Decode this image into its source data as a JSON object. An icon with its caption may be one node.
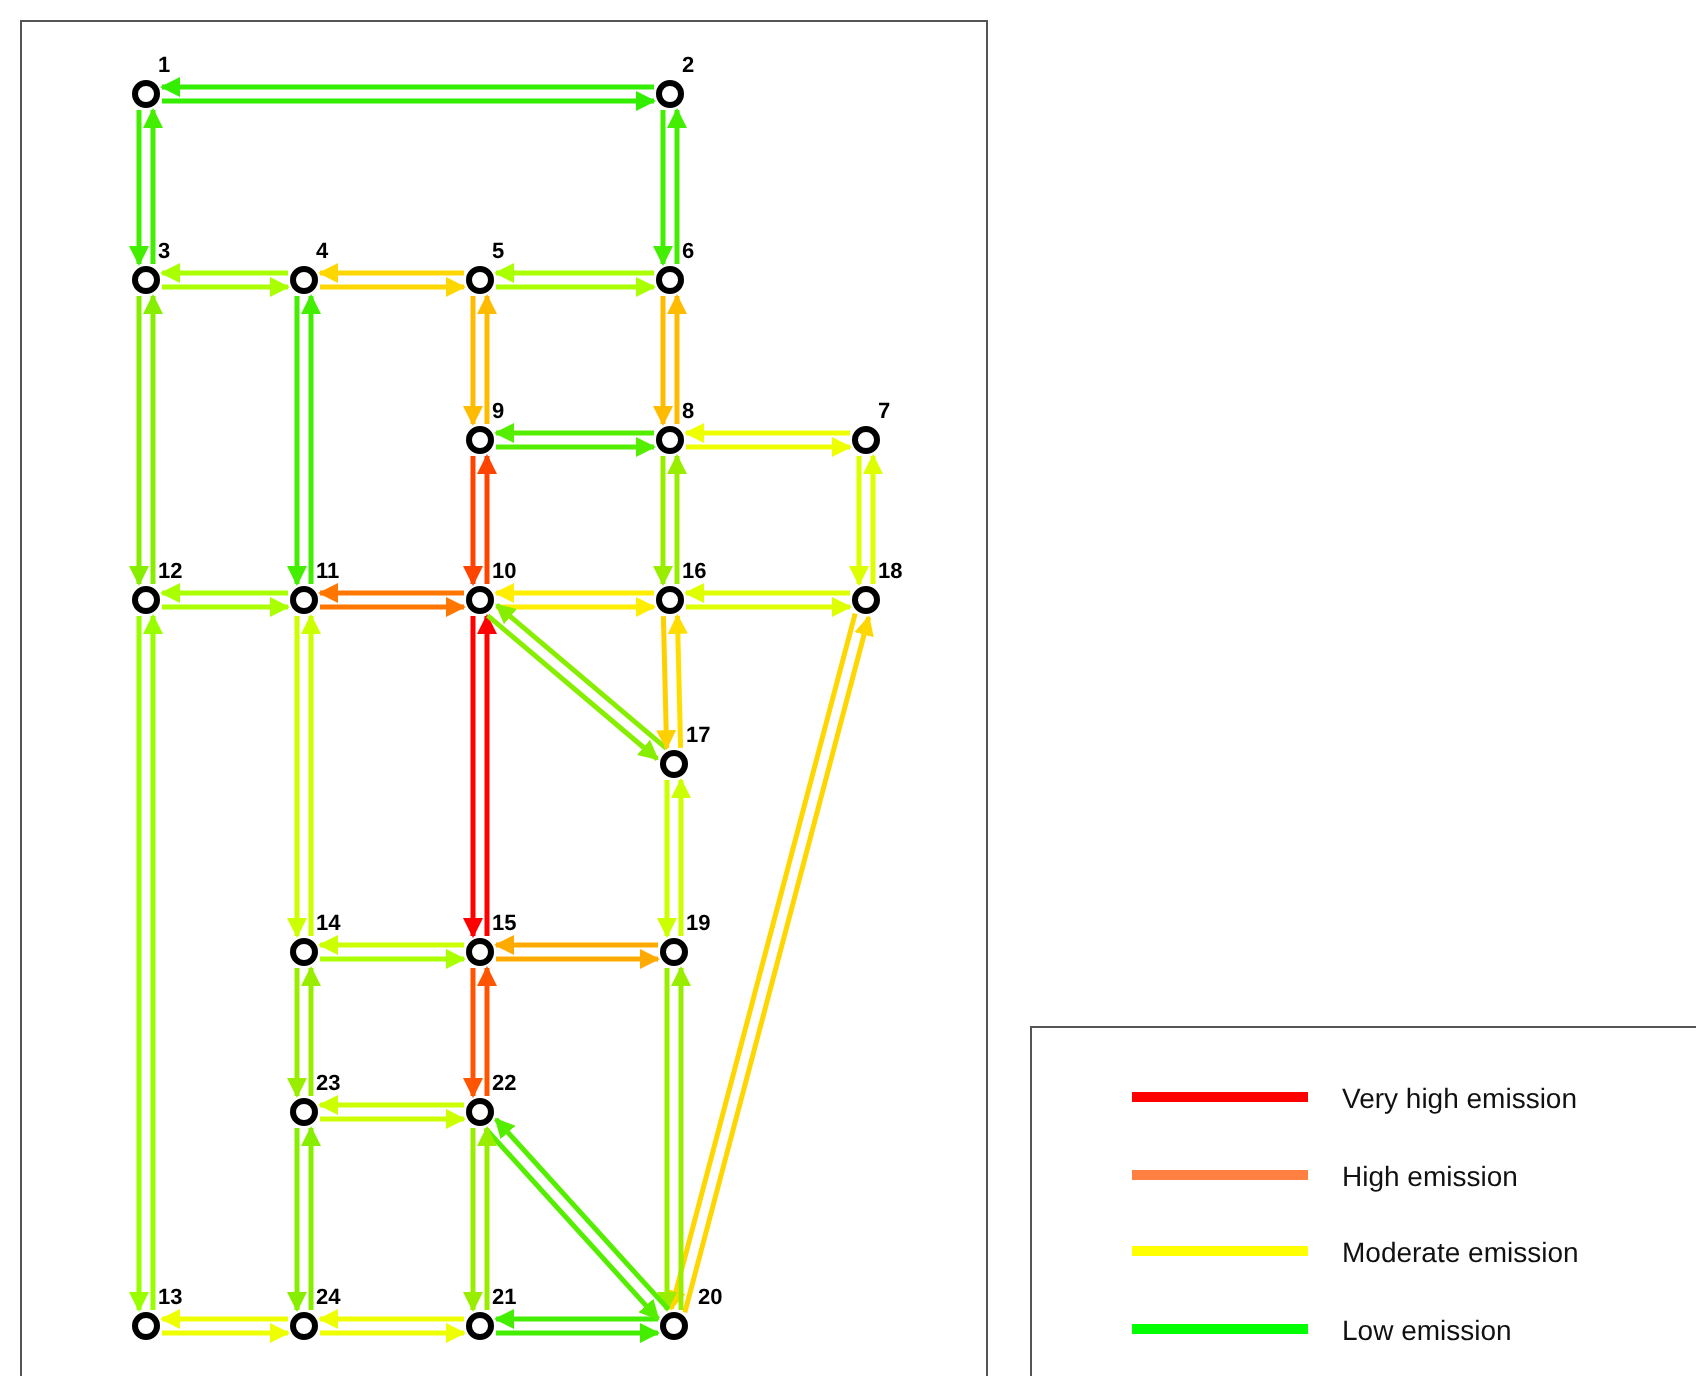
{
  "diagram": {
    "nodes": [
      {
        "text": [
          "1"
        ]
      },
      {
        "text": [
          "2"
        ]
      },
      {
        "text": [
          "3"
        ]
      },
      {
        "text": [
          "4"
        ]
      },
      {
        "text": [
          "5"
        ]
      },
      {
        "text": [
          "6"
        ]
      },
      {
        "text": [
          "7"
        ]
      },
      {
        "text": [
          "8"
        ]
      },
      {
        "text": [
          "9"
        ]
      },
      {
        "text": [
          "10"
        ]
      },
      {
        "text": [
          "11"
        ]
      },
      {
        "text": [
          "12"
        ]
      },
      {
        "text": [
          "13"
        ]
      },
      {
        "text": [
          "14"
        ]
      },
      {
        "text": [
          "15"
        ]
      },
      {
        "text": [
          "16"
        ]
      },
      {
        "text": [
          "17"
        ]
      },
      {
        "text": [
          "18"
        ]
      },
      {
        "text": [
          "19"
        ]
      },
      {
        "text": [
          "20"
        ]
      },
      {
        "text": [
          "21"
        ]
      },
      {
        "text": [
          "22"
        ]
      },
      {
        "text": [
          "23"
        ]
      },
      {
        "text": [
          "24"
        ]
      }
    ],
    "edges": [
      {
        "from": 0,
        "to": 1,
        "arrow": "to",
        "color": "#33ee00"
      },
      {
        "from": 1,
        "to": 0,
        "arrow": "to",
        "color": "#33ee00"
      },
      {
        "from": 0,
        "to": 2,
        "arrow": "to",
        "color": "#44ee00"
      },
      {
        "from": 2,
        "to": 0,
        "arrow": "to",
        "color": "#44ee00"
      },
      {
        "from": 1,
        "to": 5,
        "arrow": "to",
        "color": "#44ee00"
      },
      {
        "from": 5,
        "to": 1,
        "arrow": "to",
        "color": "#44ee00"
      },
      {
        "from": 2,
        "to": 3,
        "arrow": "to",
        "color": "#aaff00"
      },
      {
        "from": 3,
        "to": 2,
        "arrow": "to",
        "color": "#aaff00"
      },
      {
        "from": 2,
        "to": 11,
        "arrow": "to",
        "color": "#88ee00"
      },
      {
        "from": 11,
        "to": 2,
        "arrow": "to",
        "color": "#88ee00"
      },
      {
        "from": 3,
        "to": 4,
        "arrow": "to",
        "color": "#ffd700"
      },
      {
        "from": 4,
        "to": 3,
        "arrow": "to",
        "color": "#ffd700"
      },
      {
        "from": 3,
        "to": 10,
        "arrow": "to",
        "color": "#44ee00"
      },
      {
        "from": 10,
        "to": 3,
        "arrow": "to",
        "color": "#44ee00"
      },
      {
        "from": 4,
        "to": 5,
        "arrow": "to",
        "color": "#aaff00"
      },
      {
        "from": 5,
        "to": 4,
        "arrow": "to",
        "color": "#aaff00"
      },
      {
        "from": 4,
        "to": 8,
        "arrow": "to",
        "color": "#ffbb00"
      },
      {
        "from": 8,
        "to": 4,
        "arrow": "to",
        "color": "#ffbb00"
      },
      {
        "from": 5,
        "to": 7,
        "arrow": "to",
        "color": "#ffbb00"
      },
      {
        "from": 7,
        "to": 5,
        "arrow": "to",
        "color": "#ffbb00"
      },
      {
        "from": 6,
        "to": 7,
        "arrow": "to",
        "color": "#eeff00"
      },
      {
        "from": 7,
        "to": 6,
        "arrow": "to",
        "color": "#eeff00"
      },
      {
        "from": 6,
        "to": 17,
        "arrow": "to",
        "color": "#ddff00"
      },
      {
        "from": 17,
        "to": 6,
        "arrow": "to",
        "color": "#ddff00"
      },
      {
        "from": 7,
        "to": 8,
        "arrow": "to",
        "color": "#55ee00"
      },
      {
        "from": 8,
        "to": 7,
        "arrow": "to",
        "color": "#55ee00"
      },
      {
        "from": 7,
        "to": 15,
        "arrow": "to",
        "color": "#99ee00"
      },
      {
        "from": 15,
        "to": 7,
        "arrow": "to",
        "color": "#99ee00"
      },
      {
        "from": 8,
        "to": 9,
        "arrow": "to",
        "color": "#ff4400"
      },
      {
        "from": 9,
        "to": 8,
        "arrow": "to",
        "color": "#ff4400"
      },
      {
        "from": 9,
        "to": 10,
        "arrow": "to",
        "color": "#ff7700"
      },
      {
        "from": 10,
        "to": 9,
        "arrow": "to",
        "color": "#ff7700"
      },
      {
        "from": 9,
        "to": 14,
        "arrow": "to",
        "color": "#ff0000"
      },
      {
        "from": 14,
        "to": 9,
        "arrow": "to",
        "color": "#ff0000"
      },
      {
        "from": 9,
        "to": 15,
        "arrow": "to",
        "color": "#ffee00"
      },
      {
        "from": 15,
        "to": 9,
        "arrow": "to",
        "color": "#ffee00"
      },
      {
        "from": 9,
        "to": 16,
        "arrow": "to",
        "color": "#88ee00"
      },
      {
        "from": 16,
        "to": 9,
        "arrow": "to",
        "color": "#88ee00"
      },
      {
        "from": 10,
        "to": 11,
        "arrow": "to",
        "color": "#aaff00"
      },
      {
        "from": 11,
        "to": 10,
        "arrow": "to",
        "color": "#aaff00"
      },
      {
        "from": 10,
        "to": 13,
        "arrow": "to",
        "color": "#ccff00"
      },
      {
        "from": 13,
        "to": 10,
        "arrow": "to",
        "color": "#ccff00"
      },
      {
        "from": 11,
        "to": 12,
        "arrow": "to",
        "color": "#99ff00"
      },
      {
        "from": 12,
        "to": 11,
        "arrow": "to",
        "color": "#99ff00"
      },
      {
        "from": 12,
        "to": 23,
        "arrow": "to",
        "color": "#eeff00"
      },
      {
        "from": 23,
        "to": 12,
        "arrow": "to",
        "color": "#eeff00"
      },
      {
        "from": 13,
        "to": 14,
        "arrow": "to",
        "color": "#aaff00"
      },
      {
        "from": 14,
        "to": 13,
        "arrow": "to",
        "color": "#ccff00"
      },
      {
        "from": 13,
        "to": 22,
        "arrow": "to",
        "color": "#99ee00"
      },
      {
        "from": 22,
        "to": 13,
        "arrow": "to",
        "color": "#99ee00"
      },
      {
        "from": 14,
        "to": 18,
        "arrow": "to",
        "color": "#ffaa00"
      },
      {
        "from": 18,
        "to": 14,
        "arrow": "to",
        "color": "#ffaa00"
      },
      {
        "from": 14,
        "to": 21,
        "arrow": "to",
        "color": "#ff5500"
      },
      {
        "from": 21,
        "to": 14,
        "arrow": "to",
        "color": "#ff5500"
      },
      {
        "from": 15,
        "to": 16,
        "arrow": "to",
        "color": "#ffd000"
      },
      {
        "from": 16,
        "to": 15,
        "arrow": "to",
        "color": "#ffdd00"
      },
      {
        "from": 15,
        "to": 17,
        "arrow": "to",
        "color": "#ddff00"
      },
      {
        "from": 17,
        "to": 15,
        "arrow": "to",
        "color": "#ddff00"
      },
      {
        "from": 16,
        "to": 18,
        "arrow": "to",
        "color": "#ccff00"
      },
      {
        "from": 18,
        "to": 16,
        "arrow": "to",
        "color": "#ccff00"
      },
      {
        "from": 17,
        "to": 19,
        "arrow": "to",
        "color": "#ffd700"
      },
      {
        "from": 19,
        "to": 17,
        "arrow": "to",
        "color": "#ffd700"
      },
      {
        "from": 18,
        "to": 19,
        "arrow": "to",
        "color": "#99ee00"
      },
      {
        "from": 19,
        "to": 18,
        "arrow": "to",
        "color": "#99ee00"
      },
      {
        "from": 19,
        "to": 20,
        "arrow": "to",
        "color": "#44ee00"
      },
      {
        "from": 20,
        "to": 19,
        "arrow": "to",
        "color": "#44ee00"
      },
      {
        "from": 19,
        "to": 21,
        "arrow": "to",
        "color": "#55ee00"
      },
      {
        "from": 21,
        "to": 19,
        "arrow": "to",
        "color": "#55ee00"
      },
      {
        "from": 20,
        "to": 21,
        "arrow": "to",
        "color": "#99ee00"
      },
      {
        "from": 21,
        "to": 20,
        "arrow": "to",
        "color": "#99ee00"
      },
      {
        "from": 20,
        "to": 23,
        "arrow": "to",
        "color": "#eeff00"
      },
      {
        "from": 23,
        "to": 20,
        "arrow": "to",
        "color": "#eeff00"
      },
      {
        "from": 21,
        "to": 22,
        "arrow": "to",
        "color": "#ccff00"
      },
      {
        "from": 22,
        "to": 21,
        "arrow": "to",
        "color": "#ccff00"
      },
      {
        "from": 22,
        "to": 23,
        "arrow": "to",
        "color": "#88ee00"
      },
      {
        "from": 23,
        "to": 22,
        "arrow": "to",
        "color": "#88ee00"
      }
    ],
    "legend": [
      {
        "text": "Very high emission",
        "color": "#ff0000"
      },
      {
        "text": "High emission",
        "color": "#ff8040"
      },
      {
        "text": "Moderate emission",
        "color": "#ffff00"
      },
      {
        "text": "Low emission",
        "color": "#00ff00"
      }
    ]
  }
}
